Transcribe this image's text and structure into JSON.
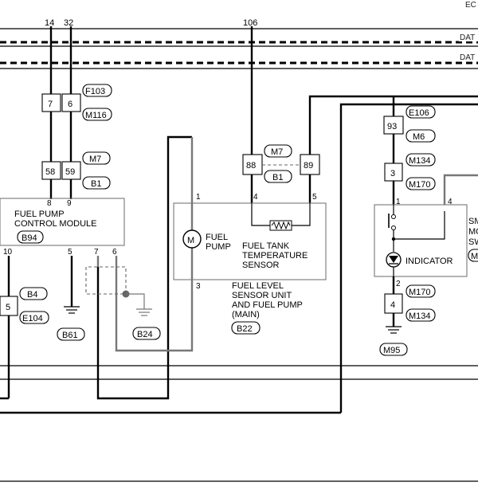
{
  "header": {
    "corner_text": "EC",
    "bus_label_1": "DAT",
    "bus_label_2": "DAT"
  },
  "top_wire_numbers": [
    "14",
    "32",
    "106"
  ],
  "fuel_pump_control_module": {
    "name_line1": "FUEL PUMP",
    "name_line2": "CONTROL MODULE",
    "connector": "B94",
    "pins_top": [
      "8",
      "9"
    ],
    "pins_bottom": [
      "10",
      "5",
      "7",
      "6"
    ]
  },
  "joint_upper": {
    "left": "7",
    "right": "6",
    "tags": [
      "F103",
      "M116"
    ]
  },
  "joint_lower": {
    "left": "58",
    "right": "59",
    "tags": [
      "M7",
      "B1"
    ]
  },
  "joint_center": {
    "left": "88",
    "right": "89",
    "tags": [
      "M7",
      "B1"
    ]
  },
  "joint_left": {
    "pin": "5",
    "tags": [
      "B4",
      "E104"
    ]
  },
  "grounds": {
    "b61": "B61",
    "b24": "B24",
    "m95": "M95"
  },
  "fuel_level_sensor_unit": {
    "pins": [
      "1",
      "4",
      "5",
      "3"
    ],
    "motor_symbol": "M",
    "pump_line1": "FUEL",
    "pump_line2": "PUMP",
    "sensor_line1": "FUEL TANK",
    "sensor_line2": "TEMPERATURE",
    "sensor_line3": "SENSOR",
    "unit_line1": "FUEL LEVEL",
    "unit_line2": "SENSOR UNIT",
    "unit_line3": "AND FUEL PUMP",
    "unit_line4": "(MAIN)",
    "connector": "B22"
  },
  "right_chain": {
    "j93": {
      "pin": "93",
      "tags": [
        "E106",
        "M6"
      ]
    },
    "j3": {
      "pin": "3",
      "tags": [
        "M134",
        "M170"
      ]
    },
    "j4": {
      "pin": "4",
      "tags": [
        "M170",
        "M134"
      ]
    }
  },
  "switch_unit": {
    "pins": [
      "1",
      "4",
      "2"
    ],
    "indicator": "INDICATOR",
    "cut_line1": "SM",
    "cut_line2": "MO",
    "cut_line3": "SW",
    "cut_tag": "M"
  }
}
